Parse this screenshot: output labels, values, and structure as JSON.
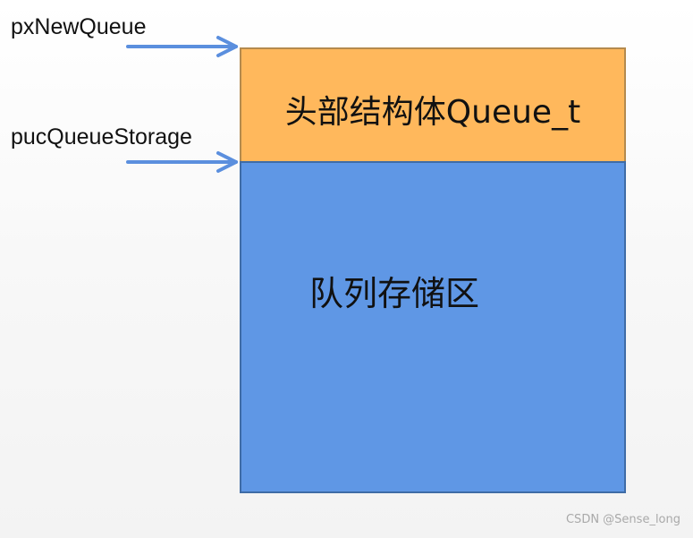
{
  "pointers": {
    "new_queue": "pxNewQueue",
    "storage": "pucQueueStorage"
  },
  "blocks": {
    "header": {
      "label": "头部结构体Queue_t",
      "fill": "#FFB85C",
      "border": "#B48A4E"
    },
    "storage": {
      "label": "队列存储区",
      "fill": "#5F97E5",
      "border": "#3F6CA6"
    }
  },
  "arrow_color": "#5B8FDE",
  "watermark": "CSDN @Sense_long"
}
